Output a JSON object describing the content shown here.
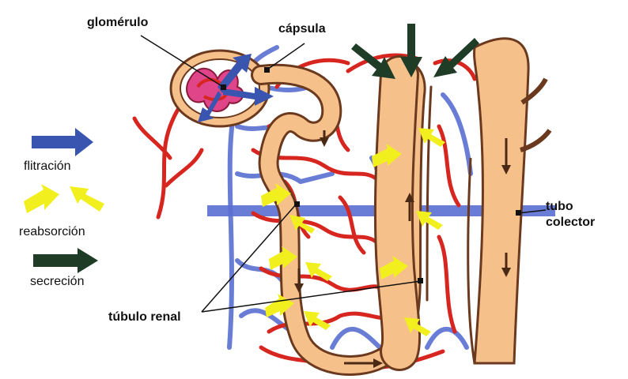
{
  "labels": {
    "glomerulo": "glomérulo",
    "capsula": "cápsula",
    "tubulo_renal": "túbulo renal",
    "tubo_colector": "tubo\ncolector"
  },
  "legend": {
    "filtracion": "flitración",
    "reabsorcion": "reabsorción",
    "secrecion": "secreción"
  },
  "colors": {
    "filtracion": "#3a55b0",
    "reabsorcion": "#f2ef1f",
    "secrecion": "#1f3d26",
    "tubule": "#f6c08a",
    "tubule_edge": "#6b3a1e",
    "artery": "#d6261f",
    "vein": "#5a6fd1"
  }
}
